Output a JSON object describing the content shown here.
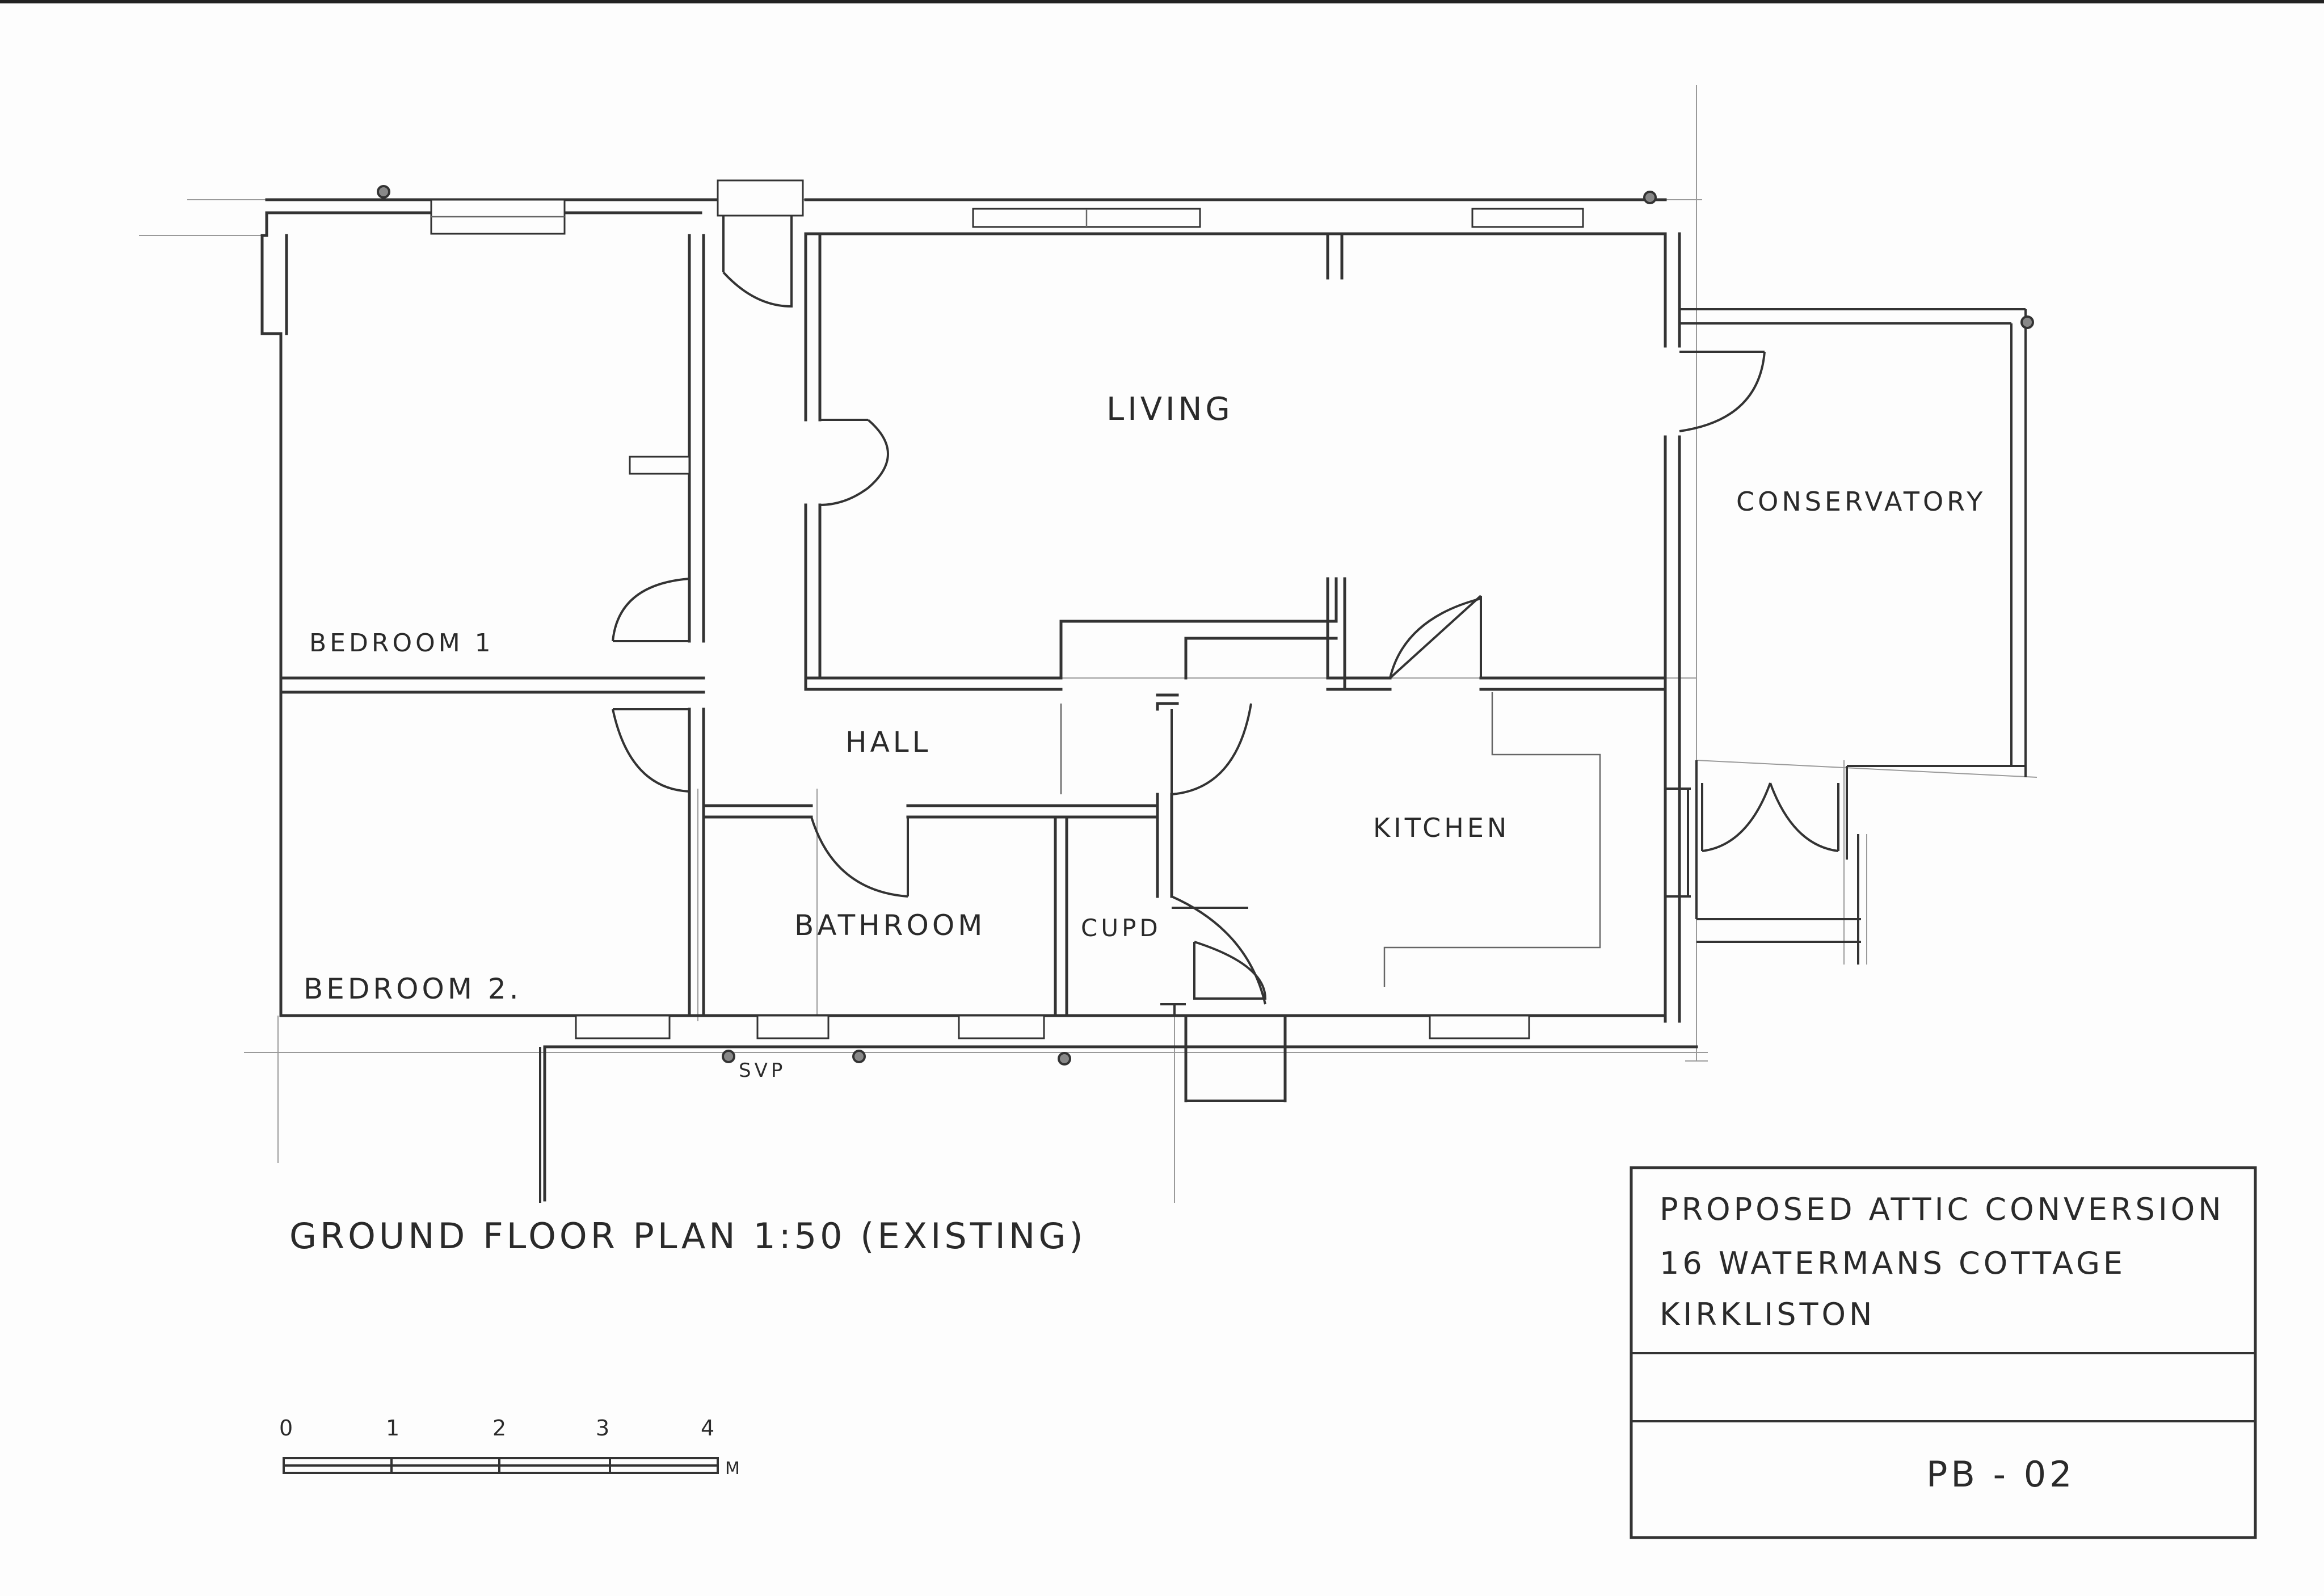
{
  "rooms": {
    "living": "LIVING",
    "conservatory": "CONSERVATORY",
    "bedroom1": "BEDROOM 1",
    "bedroom2": "BEDROOM 2.",
    "hall": "HALL",
    "kitchen": "KITCHEN",
    "bathroom": "BATHROOM",
    "cupd": "CUPD",
    "svp": "SVP"
  },
  "plan_title": "GROUND FLOOR PLAN 1:50 (EXISTING)",
  "scale_bar": {
    "ticks": [
      "0",
      "1",
      "2",
      "3",
      "4"
    ],
    "unit": "M"
  },
  "title_block": {
    "line1": "PROPOSED ATTIC CONVERSION",
    "line2": "16 WATERMANS COTTAGE",
    "line3": "KIRKLISTON",
    "drawing_no": "PB - 02"
  }
}
